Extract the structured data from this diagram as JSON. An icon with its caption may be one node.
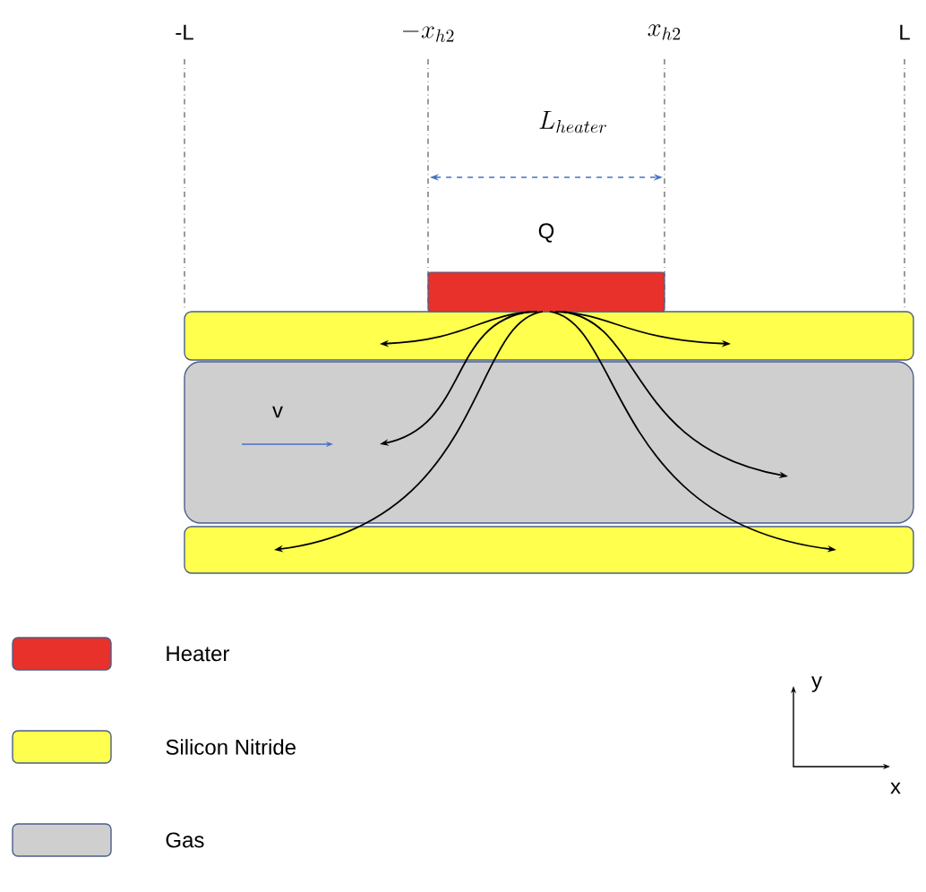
{
  "diagram": {
    "nodes": [
      {
        "text": [],
        "shape": "box",
        "beside": [
          "Q"
        ]
      }
    ],
    "labels": [
      "-L",
      "-x_{h2}",
      "x_{h2}",
      "L",
      "L_{heater}",
      "v",
      "y",
      "x"
    ],
    "legend": [
      {
        "text": "Heater",
        "color": "#e8312a"
      },
      {
        "text": "Silicon Nitride",
        "color": "#ffff4d"
      },
      {
        "text": "Gas",
        "color": "#d0cfd0"
      }
    ]
  }
}
